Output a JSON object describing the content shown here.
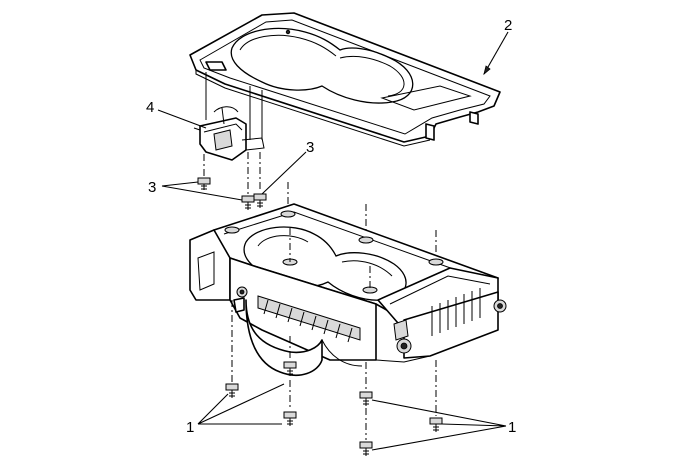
{
  "callouts": {
    "c1_left": "1",
    "c1_right": "1",
    "c2": "2",
    "c3_left": "3",
    "c3_top": "3",
    "c4": "4"
  }
}
